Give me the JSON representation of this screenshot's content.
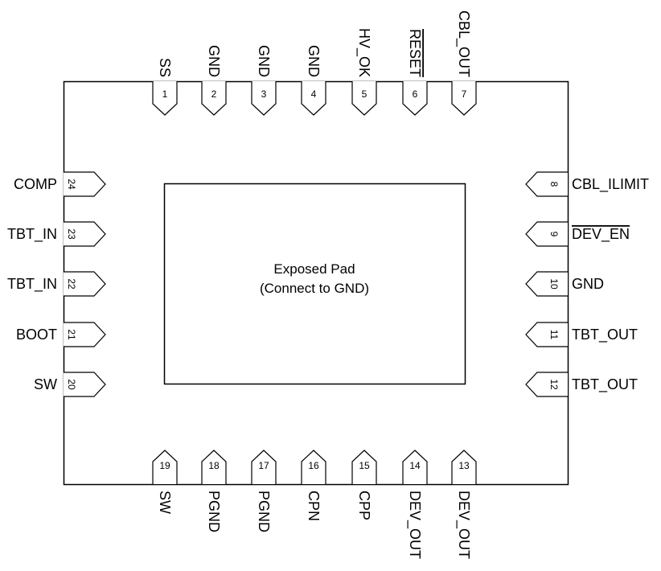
{
  "package": {
    "exposed_pad_line1": "Exposed Pad",
    "exposed_pad_line2": "(Connect to GND)"
  },
  "pins_top": [
    {
      "num": "1",
      "name": "SS",
      "overbar": false
    },
    {
      "num": "2",
      "name": "GND",
      "overbar": false
    },
    {
      "num": "3",
      "name": "GND",
      "overbar": false
    },
    {
      "num": "4",
      "name": "GND",
      "overbar": false
    },
    {
      "num": "5",
      "name": "HV_OK",
      "overbar": false
    },
    {
      "num": "6",
      "name": "RESET",
      "overbar": true
    },
    {
      "num": "7",
      "name": "CBL_OUT",
      "overbar": false
    }
  ],
  "pins_right": [
    {
      "num": "8",
      "name": "CBL_ILIMIT",
      "overbar": false
    },
    {
      "num": "9",
      "name": "DEV_EN",
      "overbar": true
    },
    {
      "num": "10",
      "name": "GND",
      "overbar": false
    },
    {
      "num": "11",
      "name": "TBT_OUT",
      "overbar": false
    },
    {
      "num": "12",
      "name": "TBT_OUT",
      "overbar": false
    }
  ],
  "pins_bottom": [
    {
      "num": "19",
      "name": "SW",
      "overbar": false
    },
    {
      "num": "18",
      "name": "PGND",
      "overbar": false
    },
    {
      "num": "17",
      "name": "PGND",
      "overbar": false
    },
    {
      "num": "16",
      "name": "CPN",
      "overbar": false
    },
    {
      "num": "15",
      "name": "CPP",
      "overbar": false
    },
    {
      "num": "14",
      "name": "DEV_OUT",
      "overbar": false
    },
    {
      "num": "13",
      "name": "DEV_OUT",
      "overbar": false
    }
  ],
  "pins_left": [
    {
      "num": "24",
      "name": "COMP",
      "overbar": false
    },
    {
      "num": "23",
      "name": "TBT_IN",
      "overbar": false
    },
    {
      "num": "22",
      "name": "TBT_IN",
      "overbar": false
    },
    {
      "num": "21",
      "name": "BOOT",
      "overbar": false
    },
    {
      "num": "20",
      "name": "SW",
      "overbar": false
    }
  ]
}
